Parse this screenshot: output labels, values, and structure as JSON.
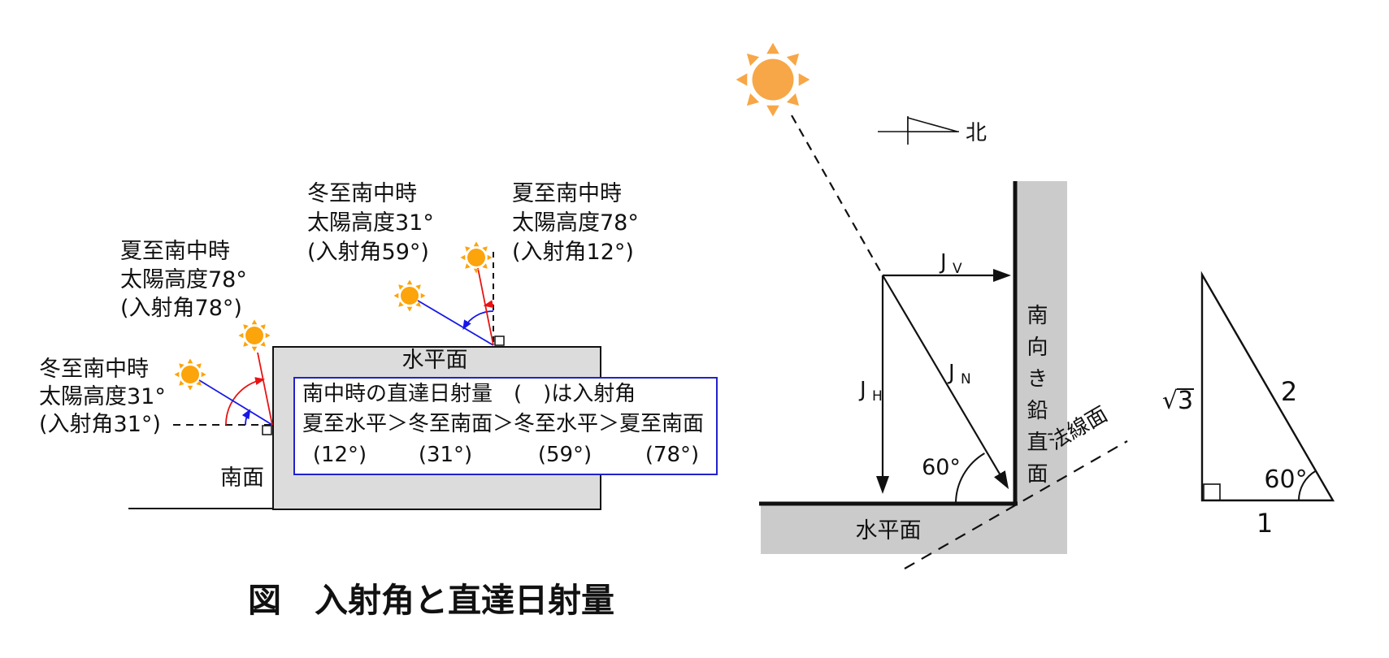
{
  "figure": {
    "caption": "図　入射角と直達日射量"
  },
  "colors": {
    "red": "#e81313",
    "blue": "#1717e8",
    "box_border": "#2222cc",
    "sun": "#FCA40B",
    "sun_big": "#F7A747",
    "gray_left": "#DCDCDC",
    "gray_right": "#CBCBCB",
    "ink": "#111111"
  },
  "left": {
    "sun_labels": {
      "summer_left": {
        "l1": "夏至南中時",
        "l2": "太陽高度78°",
        "l3": "(入射角78°)"
      },
      "winter_left": {
        "l1": "冬至南中時",
        "l2": "太陽高度31°",
        "l3": "(入射角31°)"
      },
      "winter_top": {
        "l1": "冬至南中時",
        "l2": "太陽高度31°",
        "l3": "(入射角59°)"
      },
      "summer_top": {
        "l1": "夏至南中時",
        "l2": "太陽高度78°",
        "l3": "(入射角12°)"
      }
    },
    "horizontal_plane_label": "水平面",
    "south_face_label": "南面",
    "note_box": {
      "line1": "南中時の直達日射量　(　)は入射角",
      "line2": "夏至水平＞冬至南面＞冬至水平＞夏至南面",
      "a1": "(12°)",
      "a2": "(31°)",
      "a3": "(59°)",
      "a4": "(78°)"
    }
  },
  "right": {
    "north_label": "北",
    "horizontal_plane_label": "水平面",
    "vertical_plane_label": "南向き鉛直面",
    "normal_plane_label": "法線面",
    "incidence_angle": "60°",
    "jv": {
      "main": "J",
      "sub": "V"
    },
    "jh": {
      "main": "J",
      "sub": "H"
    },
    "jn": {
      "main": "J",
      "sub": "N"
    }
  },
  "triangle": {
    "vertical_side": "√3",
    "hypotenuse": "2",
    "base": "1",
    "angle": "60°"
  }
}
